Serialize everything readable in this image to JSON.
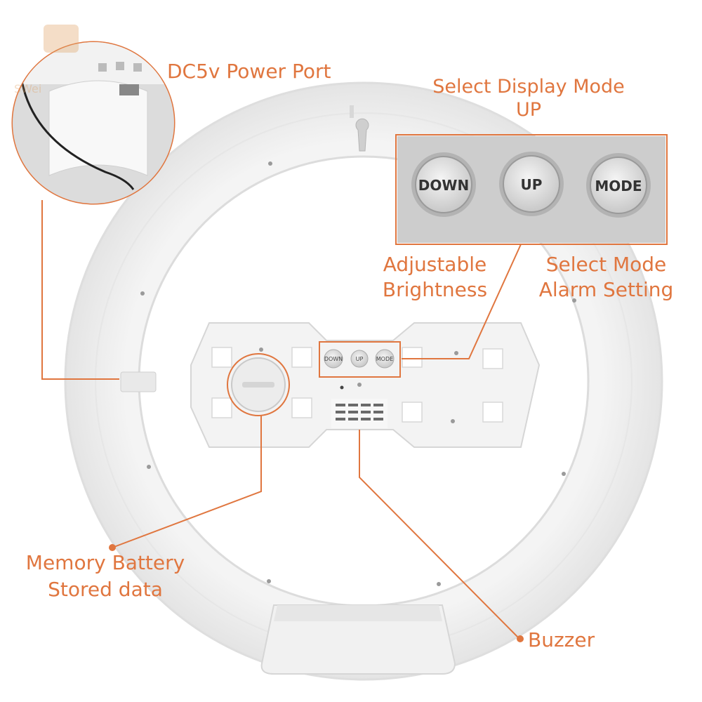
{
  "labels": {
    "power_port": "DC5v Power Port",
    "display_mode_line1": "Select Display Mode",
    "display_mode_line2": "UP",
    "brightness_line1": "Adjustable",
    "brightness_line2": "Brightness",
    "select_mode_line1": "Select Mode",
    "select_mode_line2": "Alarm Setting",
    "battery_line1": "Memory Battery",
    "battery_line2": "Stored data",
    "buzzer": "Buzzer"
  },
  "buttons": {
    "down": "DOWN",
    "up": "UP",
    "mode": "MODE"
  },
  "logo": {
    "text": "SWei"
  },
  "colors": {
    "accent": "#e0763f",
    "device_body": "#f2f2f2",
    "panel_gray": "#cfcfcf"
  }
}
